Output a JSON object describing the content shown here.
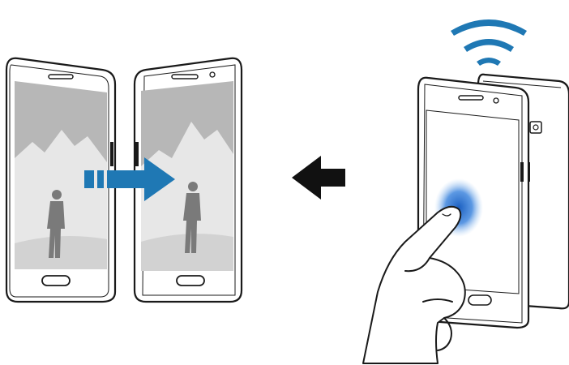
{
  "illustration": {
    "left_group": {
      "phones": [
        "source-phone",
        "target-phone"
      ],
      "transfer_arrow_color": "#1f78b4",
      "screen_content": "mountain-landscape-with-person"
    },
    "center_arrow": {
      "direction": "left",
      "color": "#111111"
    },
    "right_group": {
      "phones": [
        "front-phone",
        "rear-phone"
      ],
      "wireless_signal_color": "#1f78b4",
      "tap_glow_color": "#2f7fd6",
      "gesture": "finger-tap"
    }
  },
  "colors": {
    "outline": "#1a1a1a",
    "screen_gray": "#b7b7b7",
    "mountain": "#e7e7e7",
    "person": "#7a7a7a",
    "accent_blue": "#1f78b4"
  }
}
